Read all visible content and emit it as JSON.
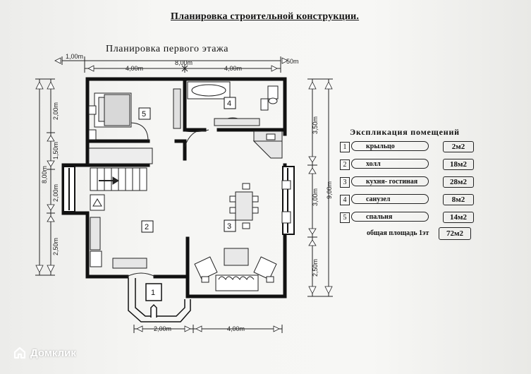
{
  "title": "Планировка строительной конструкции.",
  "subtitle": "Планировка первого этажа",
  "dimensions": {
    "top_total": "8,00m",
    "top_porch": "1,00m",
    "top_left": "4,00m",
    "top_right": "4,00m",
    "top_end": "50m",
    "left_total": "8,00m",
    "left_segments": [
      "2,00m",
      "1,50m",
      "2,00m",
      "2,50m"
    ],
    "right_total": "9,00m",
    "right_segments": [
      "3,50m",
      "3,00m",
      "2,50m"
    ],
    "bottom_left": "2,00m",
    "bottom_right": "4,00m"
  },
  "rooms": [
    "1",
    "2",
    "3",
    "4",
    "5"
  ],
  "legend": {
    "title": "Экспликация помещений",
    "items": [
      {
        "num": "1",
        "name": "крыльцо",
        "area": "2м2"
      },
      {
        "num": "2",
        "name": "холл",
        "area": "18м2"
      },
      {
        "num": "3",
        "name": "кухня- гостиная",
        "area": "28м2"
      },
      {
        "num": "4",
        "name": "санузел",
        "area": "8м2"
      },
      {
        "num": "5",
        "name": "спальня",
        "area": "14м2"
      }
    ],
    "total_label": "общая площадь 1эт",
    "total_area": "72м2"
  },
  "watermark": "Домклик",
  "colors": {
    "wall": "#111111",
    "line": "#222222",
    "paper": "#f4f4f2"
  }
}
